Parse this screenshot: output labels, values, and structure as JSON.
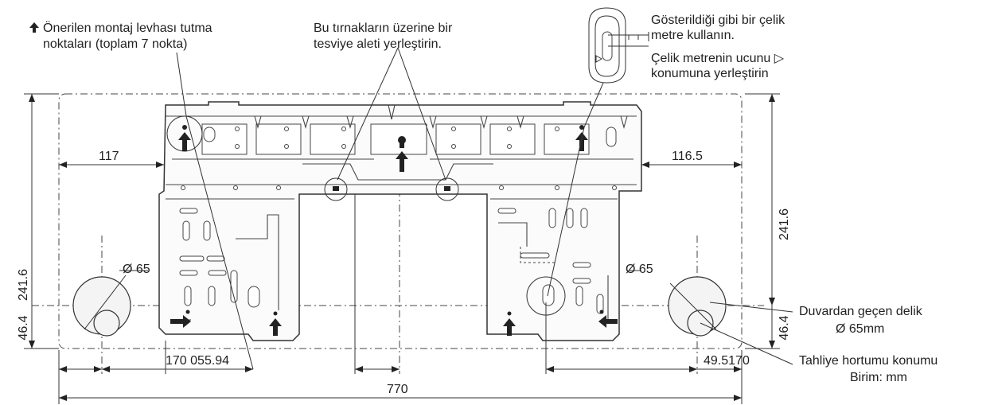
{
  "labels": {
    "holding_points_line1": "Önerilen montaj levhası tutma",
    "holding_points_line2": "noktaları (toplam 7 nokta)",
    "level_tool_line1": "Bu tırnakların üzerine bir",
    "level_tool_line2": "tesviye aleti yerleştirin.",
    "tape_line1": "Gösterildiği gibi bir çelik",
    "tape_line2": "metre kullanın.",
    "tape_line3": "Çelik metrenin ucunu ▷",
    "tape_line4": "konumuna yerleştirin",
    "wall_hole_line1": "Duvardan geçen delik",
    "wall_hole_line2": "Ø 65mm",
    "drain_line1": "Tahliye hortumu konumu",
    "drain_line2": "Birim: mm"
  },
  "dimensions": {
    "left_offset": "117",
    "right_offset": "116.5",
    "left_diameter": "Ø 65",
    "right_diameter": "Ø 65",
    "right_height": "241.6",
    "left_height": "241.6",
    "left_low": "46.4",
    "right_low": "46.4",
    "bottom_left": "170 055.94",
    "bottom_right": "49.5170",
    "total_width": "770"
  },
  "colors": {
    "line": "#333333",
    "plate_fill": "#fbfbfb",
    "hole_fill": "#f4f4f4"
  }
}
